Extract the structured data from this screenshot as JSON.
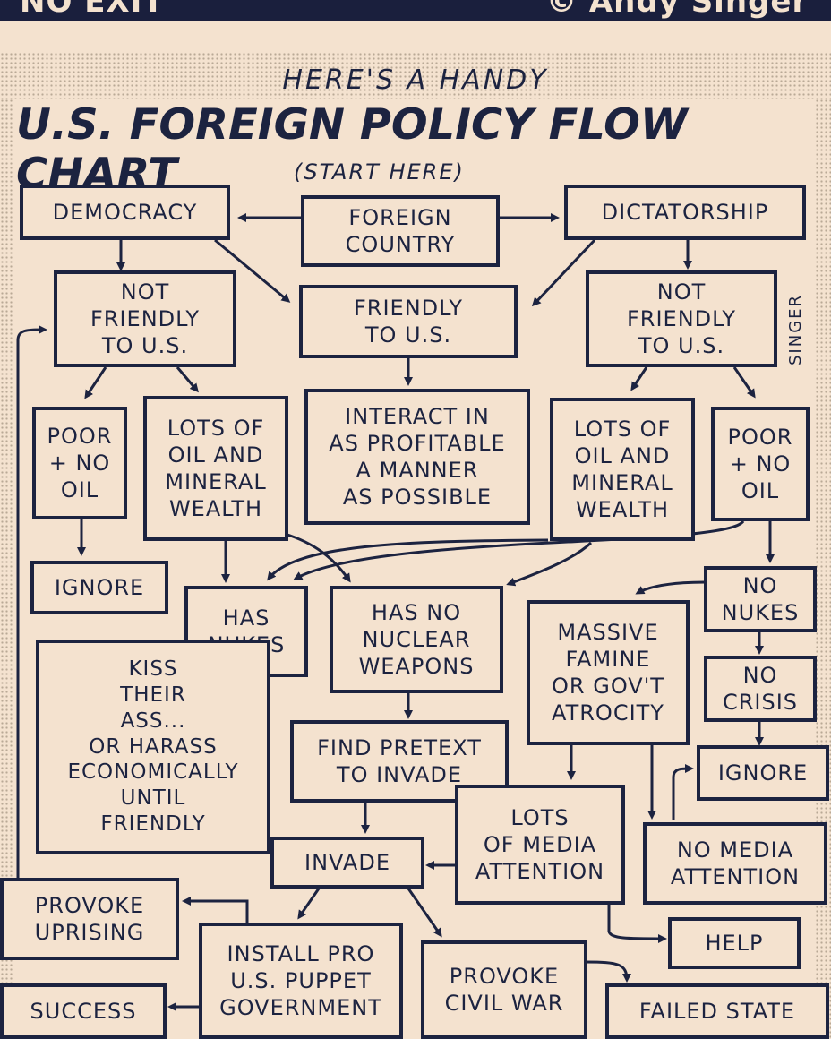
{
  "header": {
    "left": "NO EXIT",
    "right": "© Andy Singer"
  },
  "title": {
    "line1": "HERE'S A HANDY",
    "line2": "U.S. FOREIGN POLICY FLOW CHART"
  },
  "start_note": "(START HERE)",
  "signature": "SINGER",
  "nodes": {
    "foreign_country": "FOREIGN\nCOUNTRY",
    "democracy": "DEMOCRACY",
    "dictatorship": "DICTATORSHIP",
    "not_friendly_left": "NOT\nFRIENDLY\nTO U.S.",
    "friendly": "FRIENDLY\nTO U.S.",
    "not_friendly_right": "NOT\nFRIENDLY\nTO U.S.",
    "poor_left": "POOR\n+ NO\nOIL",
    "oil_left": "LOTS OF\nOIL AND\nMINERAL\nWEALTH",
    "interact": "INTERACT IN\nAS PROFITABLE\nA MANNER\nAS POSSIBLE",
    "oil_right": "LOTS OF\nOIL AND\nMINERAL\nWEALTH",
    "poor_right": "POOR\n+ NO\nOIL",
    "ignore_left": "IGNORE",
    "has_nukes": "HAS\nNUKES",
    "no_nuclear": "HAS NO\nNUCLEAR\nWEAPONS",
    "famine": "MASSIVE\nFAMINE\nOR GOV'T\nATROCITY",
    "no_nukes": "NO\nNUKES",
    "no_crisis": "NO\nCRISIS",
    "kiss": "KISS\nTHEIR\nASS...\nOR HARASS\nECONOMICALLY\nUNTIL\nFRIENDLY",
    "pretext": "FIND PRETEXT\nTO INVADE",
    "ignore_right": "IGNORE",
    "media_lots": "LOTS\nOF MEDIA\nATTENTION",
    "no_media": "NO MEDIA\nATTENTION",
    "invade": "INVADE",
    "provoke_uprising": "PROVOKE\nUPRISING",
    "puppet": "INSTALL PRO\nU.S. PUPPET\nGOVERNMENT",
    "civil_war": "PROVOKE\nCIVIL WAR",
    "help": "HELP",
    "success": "SUCCESS",
    "failed_state": "FAILED STATE"
  },
  "colors": {
    "ink": "#1c2340",
    "paper": "#f4e2cf",
    "header_band": "#1a1f3d"
  }
}
